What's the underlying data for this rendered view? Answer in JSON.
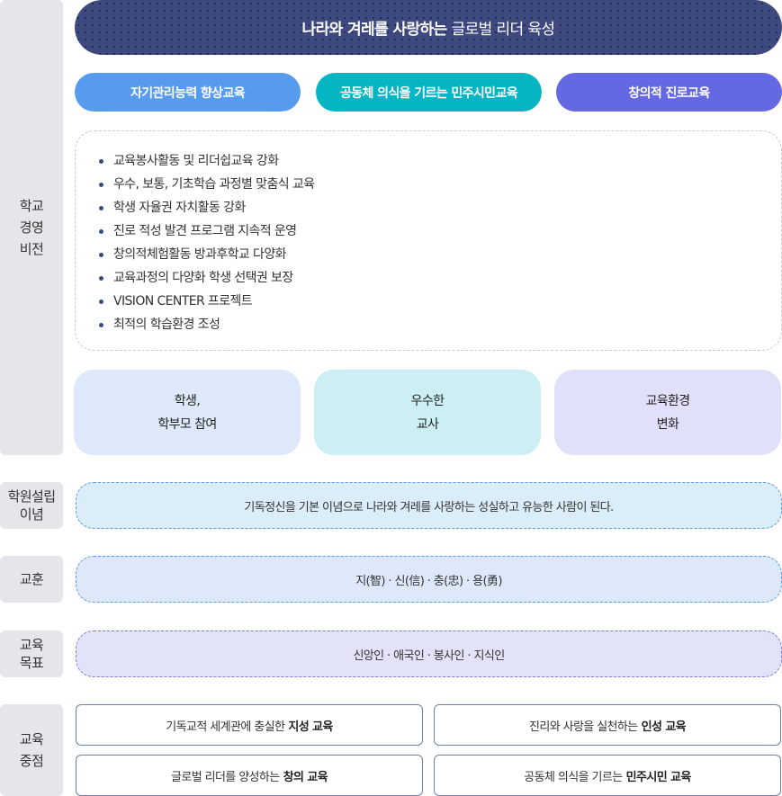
{
  "colors": {
    "banner": "#3e4a7f",
    "pill_1": "#579bef",
    "pill_2": "#06b5c4",
    "pill_3": "#6468e3",
    "card_1": "#dde9fb",
    "card_2": "#cbeff3",
    "card_3": "#e0e0fa",
    "sidebar": "#e4e6e9"
  },
  "vision": {
    "side_label": "학교\n경영\n비전",
    "banner": {
      "bold": "나라와 겨레를 사랑하는",
      "regular": "글로벌 리더 육성"
    },
    "pills": [
      {
        "label": "자기관리능력 향상교육"
      },
      {
        "label": "공동체 의식을 기르는 민주시민교육"
      },
      {
        "label": "창의적 진로교육"
      }
    ],
    "items": [
      "교육봉사활동 및 리더쉽교육 강화",
      "우수, 보통, 기초학습 과정별 맞춤식 교육",
      "학생 자율권 자치활동 강화",
      "진로 적성 발견 프로그램 지속적 운영",
      "창의적체험활동 방과후학교 다양화",
      "교육과정의 다양화 학생 선택권 보장",
      "VISION CENTER 프로젝트",
      "최적의 학습환경 조성"
    ],
    "cards": [
      {
        "line1": "학생,",
        "line2": "학부모 참여"
      },
      {
        "line1": "우수한",
        "line2": "교사"
      },
      {
        "line1": "교육환경",
        "line2": "변화"
      }
    ]
  },
  "founding": {
    "side_label": "학원설립\n이념",
    "text": "기독정신을 기본 이념으로 나라와 겨레를 사랑하는 성실하고 유능한 사람이 된다."
  },
  "motto": {
    "side_label": "교훈",
    "text": "지(智) · 신(信) · 충(忠) · 용(勇)"
  },
  "goal": {
    "side_label": "교육\n목표",
    "text": "신앙인 · 애국인 · 봉사인 · 지식인"
  },
  "focus": {
    "side_label": "교육\n중점",
    "items": [
      {
        "regular": "기독교적 세계관에 충실한",
        "bold": "지성 교육"
      },
      {
        "regular": "진리와 사랑을 실천하는",
        "bold": "인성 교육"
      },
      {
        "regular": "글로벌 리더를 양성하는",
        "bold": "창의 교육"
      },
      {
        "regular": "공동체 의식을 기르는",
        "bold": "민주시민 교육"
      }
    ]
  }
}
